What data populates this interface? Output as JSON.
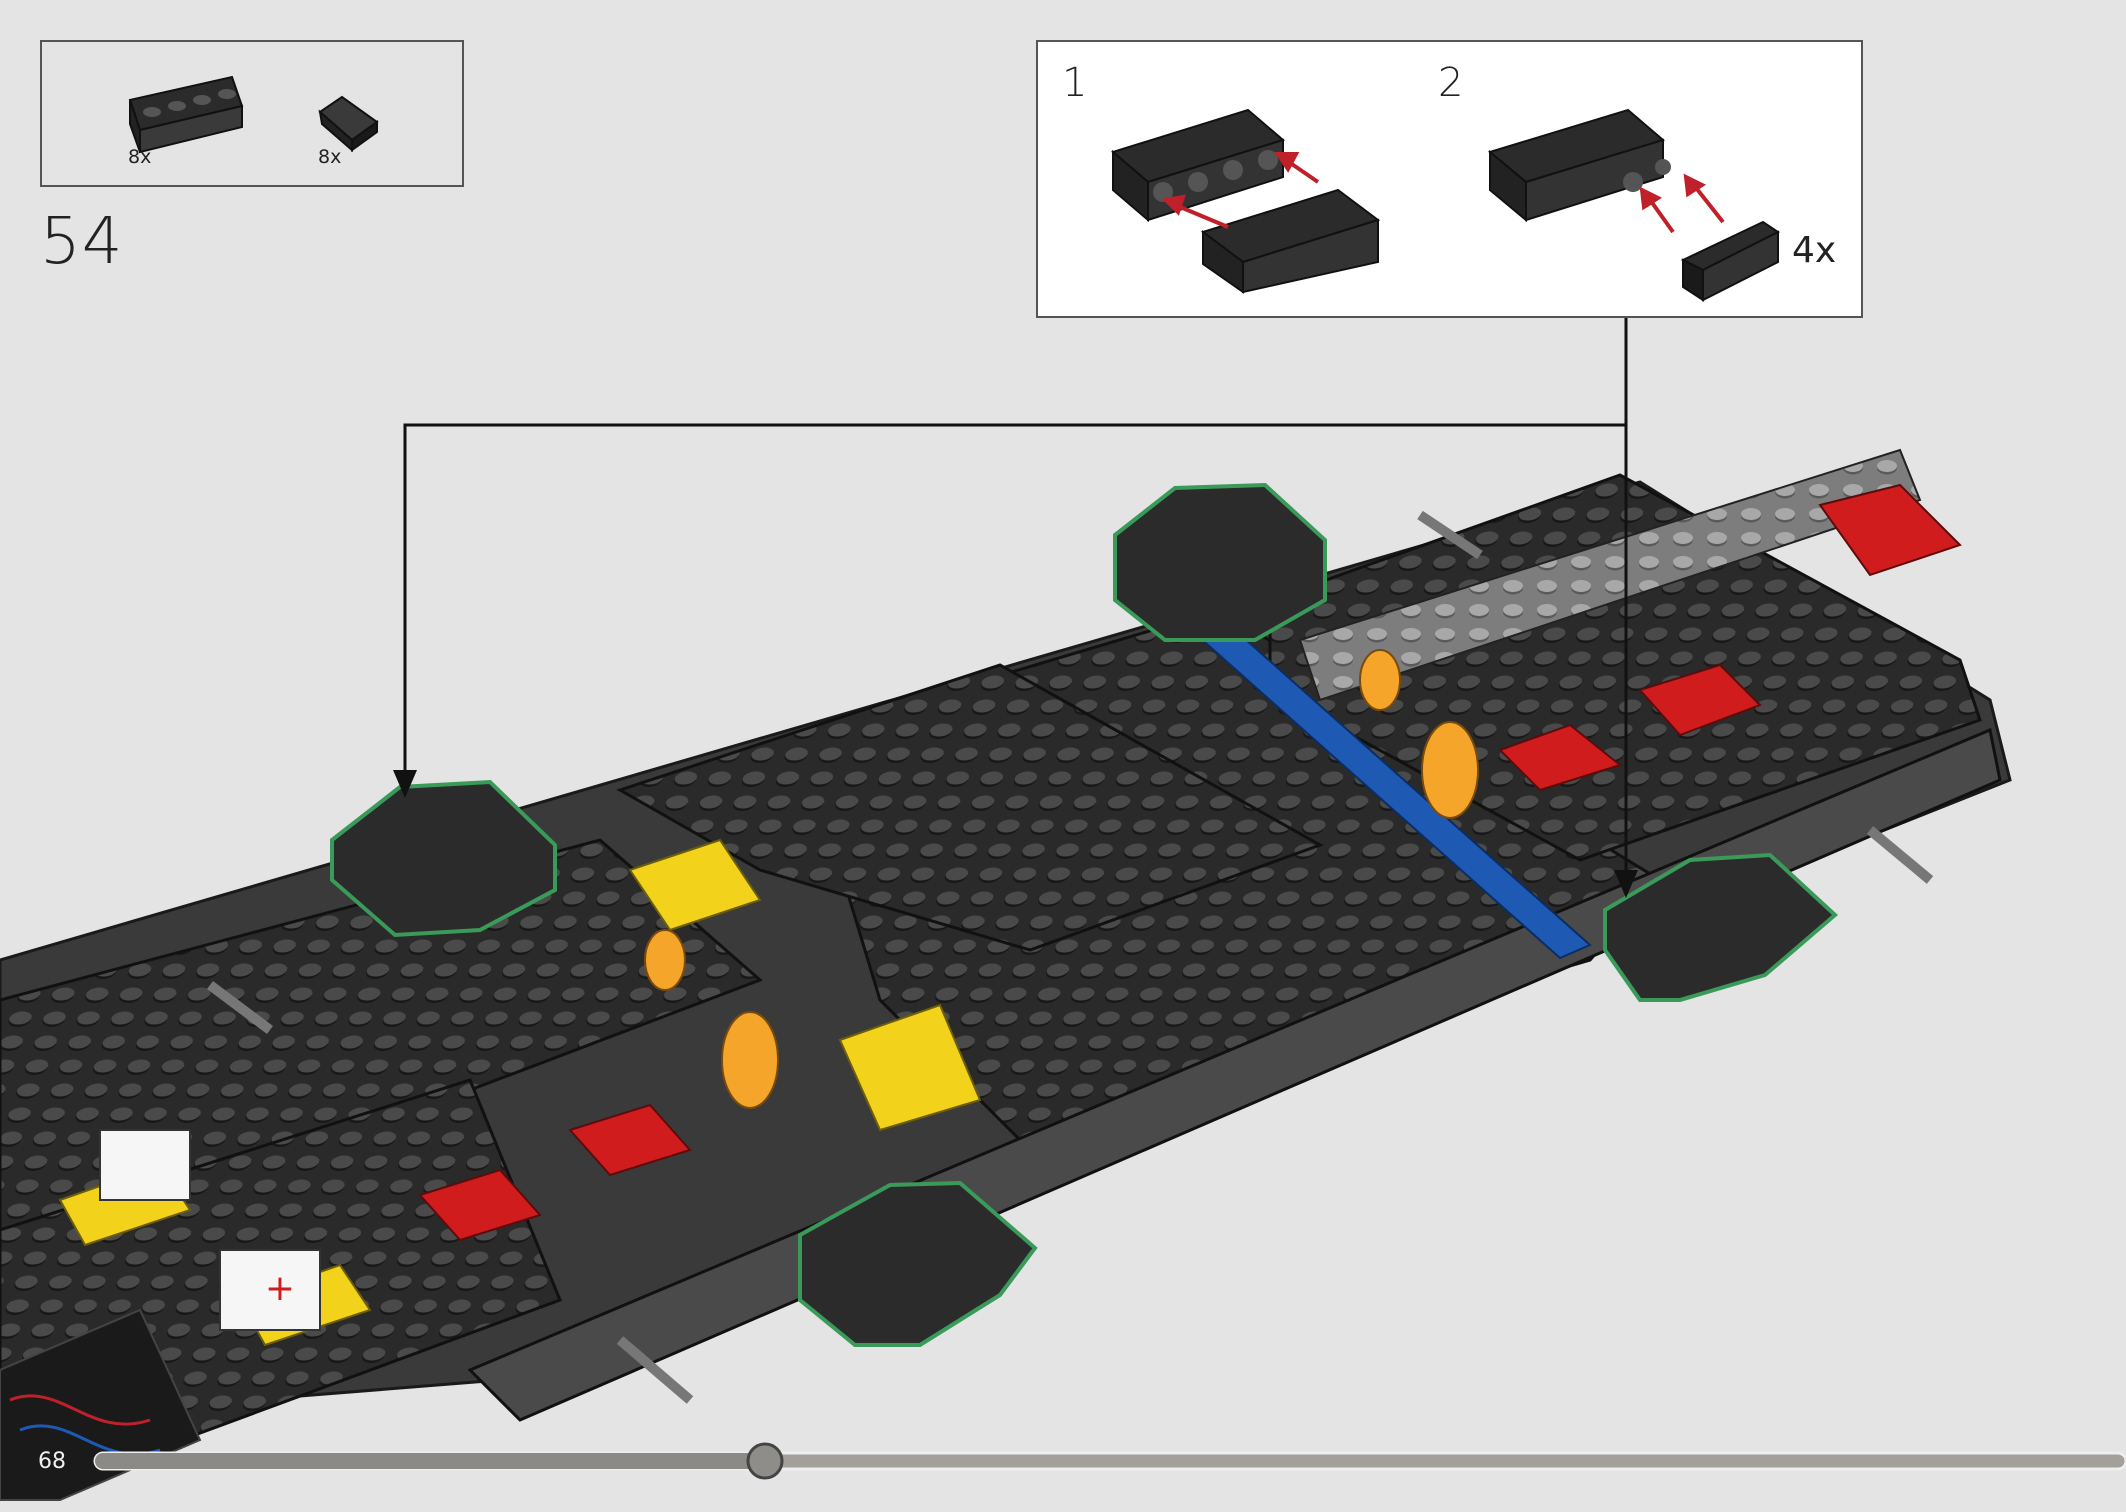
{
  "step": {
    "number": "54"
  },
  "parts": [
    {
      "name": "black-technic-brick-1x4",
      "qty": "8x"
    },
    {
      "name": "black-slope-tile",
      "qty": "8x"
    }
  ],
  "subassembly": {
    "steps": [
      {
        "label": "1"
      },
      {
        "label": "2"
      }
    ],
    "multiplier": "4x"
  },
  "footer": {
    "page_number": "68",
    "progress": 0.33
  },
  "colors": {
    "background": "#e4e4e4",
    "brick_dark": "#2b2b2b",
    "brick_grey": "#8a8a8a",
    "highlight_green": "#3a9a5a",
    "arrow_red": "#c0202a",
    "accent_yellow": "#f2d21a",
    "accent_orange": "#f5a52a",
    "accent_blue": "#1e5ab4",
    "accent_red": "#d01c1c"
  }
}
